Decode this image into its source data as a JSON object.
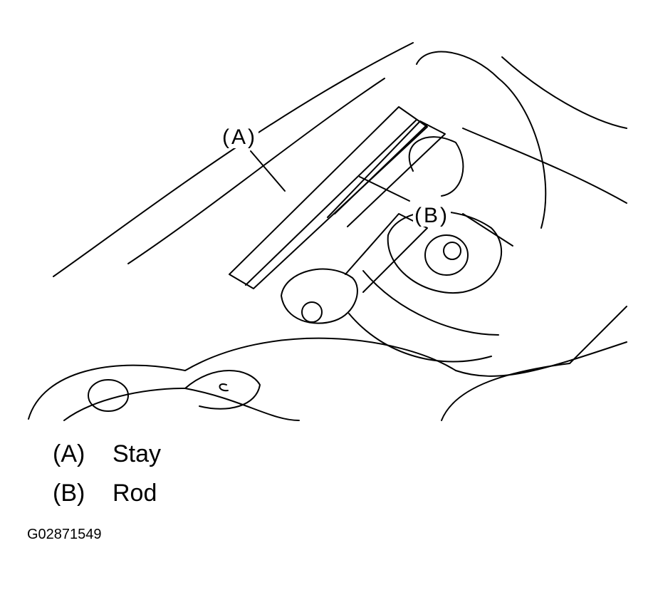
{
  "diagram": {
    "callouts": {
      "a": "(A)",
      "b": "(B)"
    },
    "legend": [
      {
        "key": "(A)",
        "label": "Stay"
      },
      {
        "key": "(B)",
        "label": "Rod"
      }
    ],
    "figure_id": "G02871549"
  }
}
